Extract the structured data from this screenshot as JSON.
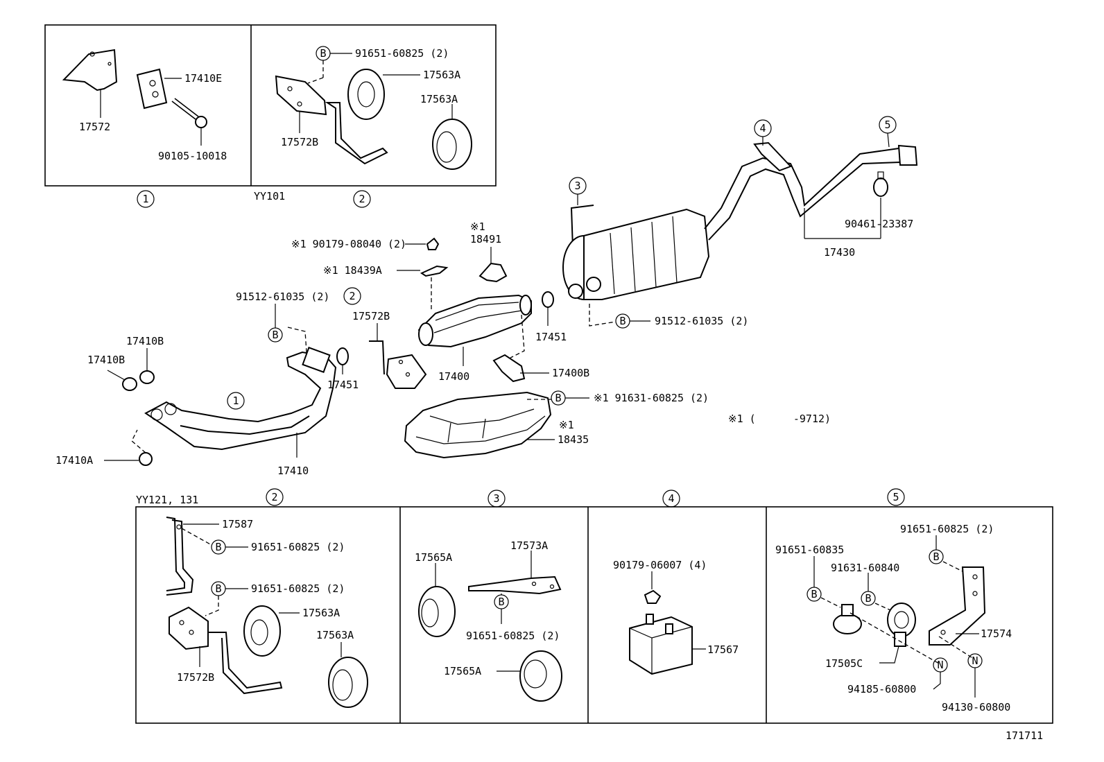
{
  "diagram_id": "171711",
  "note": "※1 (      -9712)",
  "panels": {
    "yy101": "YY101",
    "yy121": "YY121, 131"
  },
  "circled": [
    "1",
    "2",
    "3",
    "4",
    "5"
  ],
  "badges": {
    "bolt": "B",
    "nut": "N"
  },
  "labels": {
    "p_17572": "17572",
    "p_17410E": "17410E",
    "p_90105_10018": "90105-10018",
    "p_91651_60825_top": "91651-60825 (2)",
    "p_17563A_t1": "17563A",
    "p_17563A_t2": "17563A",
    "p_17572B_top": "17572B",
    "p_90179_08040": "※1 90179-08040 (2)",
    "p_18491_mark": "※1",
    "p_18491": "18491",
    "p_18439A": "※1 18439A",
    "p_91512_61035_l": "91512-61035 (2)",
    "p_17572B_mid": "17572B",
    "p_17451_l": "17451",
    "p_17400": "17400",
    "p_17451_r": "17451",
    "p_17400B": "17400B",
    "p_91512_61035_r": "91512-61035 (2)",
    "p_17410B_a": "17410B",
    "p_17410B_b": "17410B",
    "p_17410A": "17410A",
    "p_17410": "17410",
    "p_91631_60825": "※1 91631-60825 (2)",
    "p_18435_mark": "※1",
    "p_18435": "18435",
    "p_90461_23387": "90461-23387",
    "p_17430": "17430",
    "p_17587": "17587",
    "p_91651_60825_b1": "91651-60825 (2)",
    "p_91651_60825_b2": "91651-60825 (2)",
    "p_17563A_b1": "17563A",
    "p_17563A_b2": "17563A",
    "p_17572B_bot": "17572B",
    "p_17565A_1": "17565A",
    "p_17573A": "17573A",
    "p_91651_60825_b3": "91651-60825 (2)",
    "p_17565A_2": "17565A",
    "p_90179_06007": "90179-06007 (4)",
    "p_17567": "17567",
    "p_91651_60825_b4": "91651-60825 (2)",
    "p_91651_60835": "91651-60835",
    "p_91631_60840": "91631-60840",
    "p_17574": "17574",
    "p_17505C": "17505C",
    "p_94185_60800": "94185-60800",
    "p_94130_60800": "94130-60800"
  }
}
